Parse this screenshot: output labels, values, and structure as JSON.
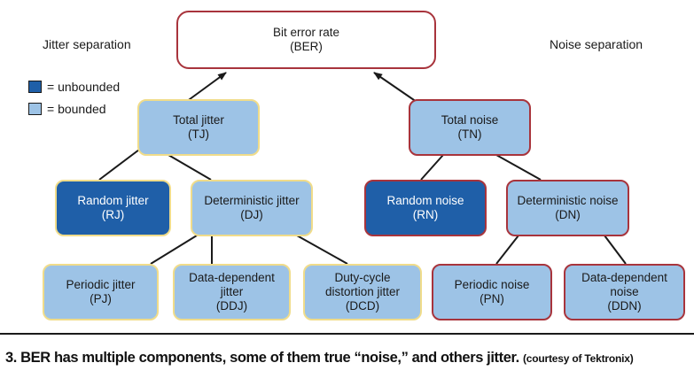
{
  "colors": {
    "bounded_fill": "#9dc3e6",
    "unbounded_fill": "#1f5fa8",
    "jitter_border": "#f0dc8a",
    "noise_border": "#a8343c",
    "ber_border": "#a8343c",
    "connector": "#1a1a1a"
  },
  "side_labels": {
    "jitter": "Jitter separation",
    "noise": "Noise separation"
  },
  "legend": {
    "unbounded": "= unbounded",
    "bounded": "= bounded"
  },
  "nodes": {
    "ber": {
      "line1": "Bit error rate",
      "line2": "(BER)"
    },
    "tj": {
      "line1": "Total jitter",
      "line2": "(TJ)"
    },
    "tn": {
      "line1": "Total noise",
      "line2": "(TN)"
    },
    "rj": {
      "line1": "Random jitter",
      "line2": "(RJ)"
    },
    "dj": {
      "line1": "Deterministic jitter",
      "line2": "(DJ)"
    },
    "rn": {
      "line1": "Random noise",
      "line2": "(RN)"
    },
    "dn": {
      "line1": "Deterministic noise",
      "line2": "(DN)"
    },
    "pj": {
      "line1": "Periodic jitter",
      "line2": "(PJ)"
    },
    "ddj": {
      "line1": "Data-dependent\njitter",
      "line2": "(DDJ)"
    },
    "dcd": {
      "line1": "Duty-cycle\ndistortion jitter",
      "line2": "(DCD)"
    },
    "pn": {
      "line1": "Periodic noise",
      "line2": "(PN)"
    },
    "ddn": {
      "line1": "Data-dependent\nnoise",
      "line2": "(DDN)"
    }
  },
  "caption": {
    "text": "3. BER has multiple components, some of them true “noise,” and others jitter.",
    "credit": "(courtesy of Tektronix)"
  }
}
